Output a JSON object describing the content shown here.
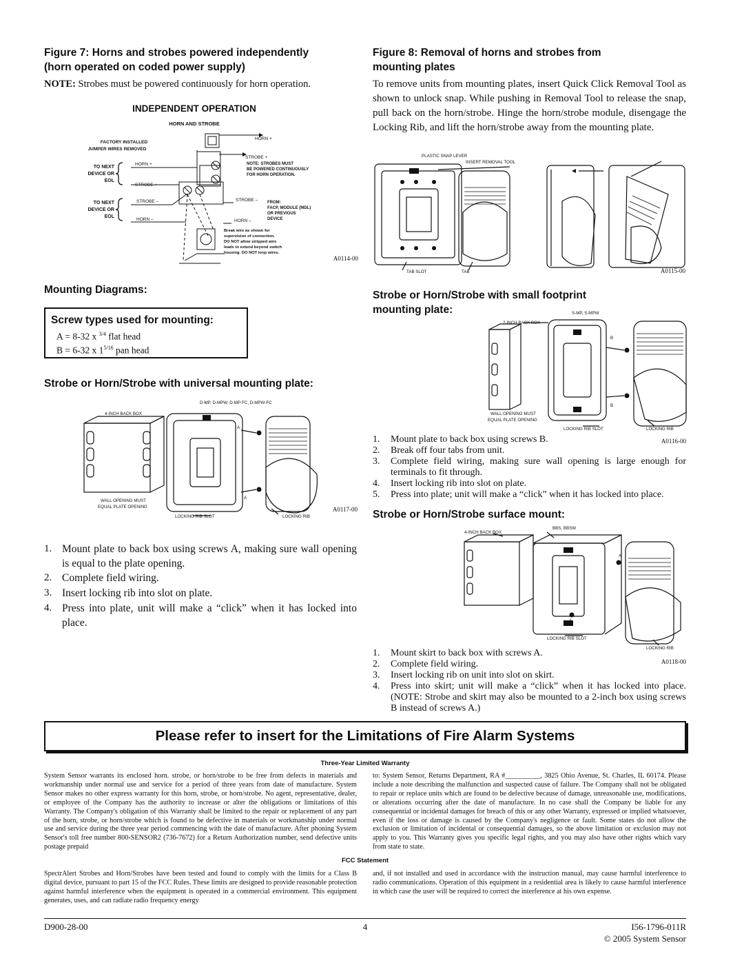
{
  "fig7": {
    "title_line1": "Figure 7: Horns and strobes powered independently",
    "title_line2": "(horn operated on coded power supply)",
    "note_label": "NOTE:",
    "note_text": " Strobes must be powered continuously for horn operation.",
    "diagram": {
      "heading": "INDEPENDENT OPERATION",
      "subheading": "HORN AND STROBE",
      "factory_line1": "FACTORY INSTALLED",
      "factory_line2": "JUMPER WIRES REMOVED",
      "to_next_a1": "TO NEXT",
      "to_next_a2": "DEVICE OR",
      "to_next_a3": "EOL",
      "to_next_b1": "TO NEXT",
      "to_next_b2": "DEVICE OR",
      "to_next_b3": "EOL",
      "horn_plus_top": "HORN +",
      "strobe_plus_right": "STROBE +",
      "horn_plus_left": "HORN +",
      "strobe_plus_left": "STROBE +",
      "strobe_minus_left": "STROBE –",
      "horn_minus_left": "HORN –",
      "strobe_minus_right": "STROBE –",
      "horn_minus_right": "HORN –",
      "note1": "NOTE: STROBES MUST",
      "note2": "BE POWERED CONTINUOUSLY",
      "note3": "FOR HORN OPERATION.",
      "from1": "FROM:",
      "from2": "FACP, MODULE (MDL)",
      "from3": "OR PREVIOUS",
      "from4": "DEVICE",
      "break1": "Break wire as shown for",
      "break2": "supervision of connection.",
      "break3": "DO NOT allow stripped wire",
      "break4": "leads to extend beyond switch",
      "break5": "housing. DO NOT loop wires.",
      "code": "A0114-00"
    }
  },
  "fig8": {
    "title_line1": "Figure 8: Removal of horns and strobes from",
    "title_line2": "mounting plates",
    "paragraph": "To remove units from mounting plates, insert Quick Click Removal Tool as shown to unlock snap. While pushing in Removal Tool to release the snap, pull back on the horn/strobe. Hinge the horn/strobe module, disengage the Locking Rib, and lift the horn/strobe away from the mounting plate.",
    "diagram": {
      "plastic_snap": "PLASTIC SNAP LEVER",
      "insert_tool": "INSERT REMOVAL TOOL",
      "tab_slot": "TAB SLOT",
      "tab": "TAB",
      "code": "A0115-00"
    }
  },
  "mounting": {
    "title": "Mounting Diagrams:",
    "screw_box": {
      "title": "Screw types used for mounting:",
      "a_prefix": "A  =  8-32 x ",
      "a_fraction": "3/4",
      "a_suffix": " flat head",
      "b_prefix": "B  =  6-32 x 1",
      "b_fraction": "5/16",
      "b_suffix": " pan head"
    }
  },
  "universal": {
    "title": "Strobe or Horn/Strobe with universal mounting plate:",
    "diagram": {
      "models": "D-MP, D-MPW, D-MP-FC, D-MPW-FC",
      "back_box": "4-INCH BACK BOX",
      "wall1": "WALL OPENING MUST",
      "wall2": "EQUAL PLATE OPENING",
      "locking_slot": "LOCKING RIB SLOT",
      "locking_rib": "LOCKING RIB",
      "a_top": "A",
      "a_bottom": "A",
      "code": "A0117-00"
    },
    "steps": [
      {
        "n": "1.",
        "t": "Mount plate to back box using screws A, making sure wall opening is equal to the plate opening."
      },
      {
        "n": "2.",
        "t": "Complete field wiring."
      },
      {
        "n": "3.",
        "t": "Insert locking rib into slot on plate."
      },
      {
        "n": "4.",
        "t": "Press into plate, unit will make a “click” when it has locked into place."
      }
    ]
  },
  "small": {
    "title_line1": "Strobe or Horn/Strobe with small footprint",
    "title_line2": "mounting plate:",
    "diagram": {
      "models": "S-MP, S-MPW",
      "back_box": "2-INCH BACK BOX",
      "b_top": "B",
      "b_bottom": "B",
      "wall1": "WALL OPENING MUST",
      "wall2": "EQUAL PLATE OPENING",
      "locking_slot": "LOCKING RIB SLOT",
      "locking_rib": "LOCKING RIB",
      "code": "A0116-00"
    },
    "steps": [
      {
        "n": "1.",
        "t": "Mount plate to back box using screws B."
      },
      {
        "n": "2.",
        "t": "Break off four tabs from unit."
      },
      {
        "n": "3.",
        "t": "Complete field wiring, making sure wall opening is large enough for terminals to fit through."
      },
      {
        "n": "4.",
        "t": "Insert locking rib into slot on plate."
      },
      {
        "n": "5.",
        "t": "Press into plate; unit will make a “click” when it has locked into place."
      }
    ]
  },
  "surface": {
    "title": "Strobe or Horn/Strobe surface mount:",
    "diagram": {
      "models": "BBS, BBSW",
      "back_box": "4-INCH BACK BOX",
      "a_right": "A",
      "a_bottom": "A",
      "locking_slot": "LOCKING RIB SLOT",
      "locking_rib": "LOCKING RIB",
      "code": "A0118-00"
    },
    "steps": [
      {
        "n": "1.",
        "t": "Mount skirt to back box with screws A."
      },
      {
        "n": "2.",
        "t": "Complete field wiring."
      },
      {
        "n": "3.",
        "t": "Insert locking rib on unit into slot on skirt."
      },
      {
        "n": "4.",
        "t": "Press into skirt; unit will make a “click” when it has locked into place. (NOTE: Strobe and skirt may also be mounted to a 2-inch box using screws B instead of screws A.)"
      }
    ]
  },
  "banner": "Please refer to insert for the Limitations of Fire Alarm Systems",
  "warranty": {
    "title": "Three-Year Limited Warranty",
    "left": "System Sensor warrants its enclosed horn. strobe, or horn/strobe to be free from defects in materials and workmanship under normal use and service for a period of three years from date of manufacture. System Sensor makes no other express warranty for this horn, strobe, or horn/strobe. No agent, representative, dealer, or employee of the Company has the authority to increase or alter the obligations or limitations of this Warranty. The Company's obligation of this Warranty shall be limited to the repair or replacement of any part of the horn, strobe, or horn/strobe which is found to be defective in materials or workmanship under normal use and service during the three year period commencing with the date of manufacture. After phoning System Sensor's toll free number 800-SENSOR2 (736-7672) for a Return Authorization number, send defective units postage prepaid",
    "right": "to: System Sensor, Returns Department, RA #__________, 3825 Ohio Avenue, St. Charles, IL 60174. Please include a note describing the malfunction and suspected cause of failure. The Company shall not be obligated to repair or replace units which are found to be defective because of damage, unreasonable use, modifications, or alterations occurring after the date of manufacture. In no case shall the Company be liable for any consequential or incidental damages for breach of this or any other Warranty, expressed or implied whatsoever, even if the loss or damage is caused by the Company's negligence or fault. Some states do not allow the exclusion or limitation of incidental or consequential damages, so the above limitation or exclusion may not apply to you. This Warranty gives you specific legal rights, and you may also have other rights which vary from state to state."
  },
  "fcc": {
    "title": "FCC Statement",
    "left": "SpectrAlert Strobes and Horn/Strobes have been tested and found to comply with the limits for a Class B digital device, pursuant to part 15 of the FCC Rules. These limits are designed to provide reasonable protection against harmful interference when the equipment is operated in a commercial environment. This equipment generates, uses, and can radiate radio frequency energy",
    "right": "and, if not installed and used in accordance with the instruction manual, may cause harmful interference to radio communications. Operation of this equipment in a residential area is likely to cause harmful interference in which case the user will be required to correct the interference at his own expense."
  },
  "footer": {
    "left": "D900-28-00",
    "center": "4",
    "right_line1": "I56-1796-011R",
    "right_line2": "© 2005 System Sensor"
  }
}
